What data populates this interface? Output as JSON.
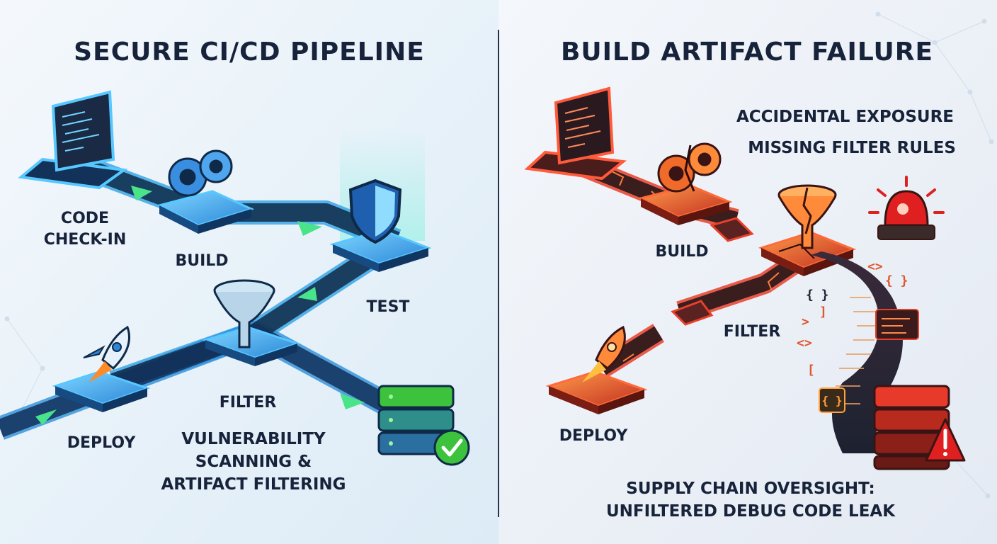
{
  "left_panel": {
    "title": "SECURE CI/CD PIPELINE",
    "stages": {
      "code_line1": "CODE",
      "code_line2": "CHECK-IN",
      "build": "BUILD",
      "test": "TEST",
      "filter": "FILTER",
      "deploy": "DEPLOY"
    },
    "caption_lines": [
      "VULNERABILITY",
      "SCANNING &",
      "ARTIFACT FILTERING"
    ],
    "accent_color": "#1e9be0",
    "success_color": "#3cc23c"
  },
  "right_panel": {
    "title": "BUILD ARTIFACT FAILURE",
    "alerts": [
      "ACCIDENTAL EXPOSURE",
      "MISSING FILTER RULES"
    ],
    "stages": {
      "build": "BUILD",
      "filter": "FILTER",
      "deploy": "DEPLOY"
    },
    "code_glyphs": [
      "<>",
      "{ }",
      "<>",
      "{ }",
      "[",
      "]",
      ">"
    ],
    "caption_lines": [
      "SUPPLY CHAIN OVERSIGHT:",
      "UNFILTERED DEBUG CODE LEAK"
    ],
    "accent_color": "#e8402a",
    "warning_color": "#e02020"
  }
}
